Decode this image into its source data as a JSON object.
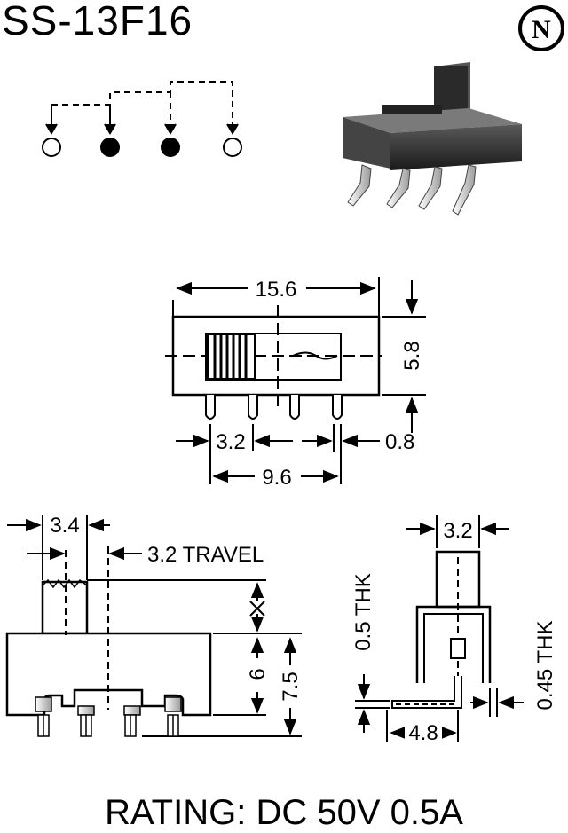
{
  "header": {
    "model": "SS-13F16",
    "logo_letter": "N"
  },
  "footer": {
    "rating": "RATING: DC 50V 0.5A"
  },
  "front_view": {
    "width": "15.6",
    "height": "5.8",
    "pitch": "3.2",
    "pin_thk": "0.8",
    "span": "9.6"
  },
  "side_view": {
    "actuator": "3.4",
    "travel": "3.2 TRAVEL",
    "body_h": "6",
    "total_h": "7.5"
  },
  "end_view": {
    "actuator": "3.2",
    "base_thk": "0.5 THK",
    "pin_thk": "0.45 THK",
    "pin_len": "4.8"
  }
}
